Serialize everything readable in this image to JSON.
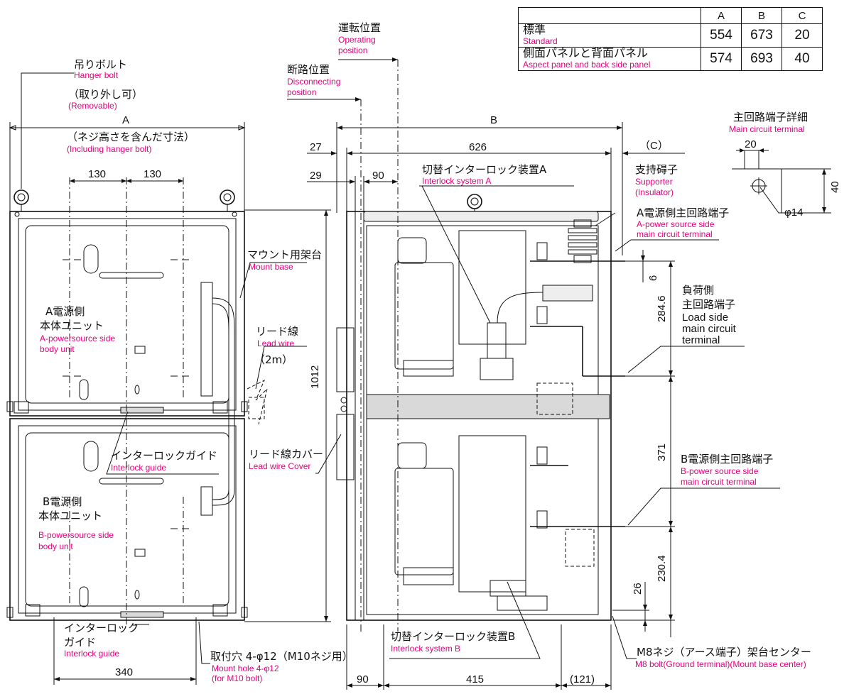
{
  "accent_color": "#e6007e",
  "table": {
    "headers": [
      "",
      "A",
      "B",
      "C"
    ],
    "rows": [
      {
        "label_ja": "標準",
        "label_en": "Standard",
        "A": "554",
        "B": "673",
        "C": "20"
      },
      {
        "label_ja": "側面パネルと背面パネル",
        "label_en": "Aspect panel and back side panel",
        "A": "574",
        "B": "693",
        "C": "40"
      }
    ]
  },
  "labels": {
    "hanger_bolt": {
      "ja": "吊りボルト",
      "en": "Hanger bolt"
    },
    "removable": {
      "ja": "（取り外し可）",
      "en": "(Removable)"
    },
    "including_hanger": {
      "ja": "（ネジ高さを含んだ寸法）",
      "en": "(Including hanger bolt)"
    },
    "operating_position": {
      "ja": "運転位置",
      "en1": "Operating",
      "en2": "position"
    },
    "disconnecting_position": {
      "ja": "断路位置",
      "en1": "Disconnecting",
      "en2": "position"
    },
    "interlock_system_a": {
      "ja": "切替インターロック装置A",
      "en": "Interlock system A"
    },
    "supporter": {
      "ja": "支持碍子",
      "en1": "Supporter",
      "en2": "(Insulator)"
    },
    "a_power_terminal": {
      "ja": "A電源側主回路端子",
      "en1": "A-power source side",
      "en2": "main circuit terminal"
    },
    "main_terminal_detail": {
      "ja": "主回路端子詳細",
      "en": "Main circuit terminal"
    },
    "mount_base": {
      "ja": "マウント用架台",
      "en": "Mount base"
    },
    "lead_wire": {
      "ja": "リード線",
      "en": "Lead wire",
      "len": "（2m）"
    },
    "a_unit": {
      "ja1": "A電源側",
      "ja2": "本体ユニット",
      "en1": "A-powersource side",
      "en2": "body unit"
    },
    "interlock_guide_mid": {
      "ja": "インターロックガイド",
      "en": "Interlock guide"
    },
    "lead_wire_cover": {
      "ja": "リード線カバー",
      "en": "Lead wire Cover"
    },
    "b_unit": {
      "ja1": "B電源側",
      "ja2": "本体ユニット",
      "en1": "B-powersource side",
      "en2": "body unit"
    },
    "load_terminal": {
      "ja1": "負荷側",
      "ja2": "主回路端子",
      "en1": "Load side",
      "en2": "main circuit",
      "en3": "terminal"
    },
    "b_power_terminal": {
      "ja": "B電源側主回路端子",
      "en1": "B-power source side",
      "en2": "main circuit terminal"
    },
    "interlock_guide_bottom": {
      "ja1": "インターロック",
      "ja2": "ガイド",
      "en": "Interlock guide"
    },
    "mount_hole": {
      "ja": "取付穴 4-φ12（M10ネジ用）",
      "en1": "Mount hole 4-φ12",
      "en2": "(for M10 bolt)"
    },
    "interlock_system_b": {
      "ja": "切替インターロック装置B",
      "en": "Interlock system B"
    },
    "m8_bolt": {
      "ja": "M8ネジ（アース端子）架台センター",
      "en": "M8 bolt(Ground terminal)(Mount base center)"
    }
  },
  "dims": {
    "A": "A",
    "B": "B",
    "C": "（C）",
    "d130a": "130",
    "d130b": "130",
    "d27": "27",
    "d29": "29",
    "d90top": "90",
    "d626": "626",
    "d20": "20",
    "d40": "40",
    "phi14": "φ14",
    "d6": "6",
    "d284": "284.6",
    "d371": "371",
    "d230": "230.4",
    "d26": "26",
    "d1012": "1012",
    "d340": "340",
    "d90bot": "90",
    "d415": "415",
    "d121": "(121)"
  }
}
